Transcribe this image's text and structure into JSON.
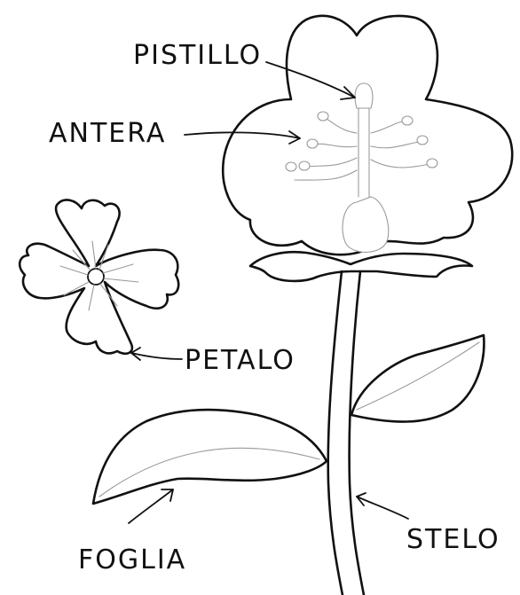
{
  "labels": {
    "pistillo": "PISTILLO",
    "antera": "ANTERA",
    "petalo": "PETALO",
    "foglia": "FOGLIA",
    "stelo": "STELO"
  },
  "colors": {
    "ink": "#111111",
    "pencil": "#9a9a9a",
    "background": "#ffffff"
  }
}
